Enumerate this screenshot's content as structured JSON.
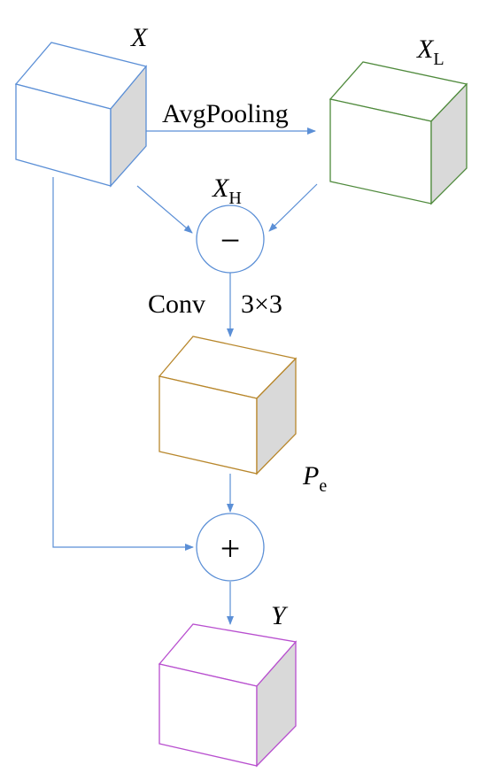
{
  "labels": {
    "x_main": "X",
    "x_low_main": "X",
    "x_low_sub": "L",
    "x_high_main": "X",
    "x_high_sub": "H",
    "avg_pooling": "AvgPooling",
    "conv_name": "Conv",
    "conv_size": "3×3",
    "pe_main": "P",
    "pe_sub": "e",
    "y_main": "Y"
  },
  "operators": {
    "subtract": "−",
    "add": "+"
  },
  "colors": {
    "cube_x": "#5b8fd6",
    "cube_xl": "#4f8a3c",
    "cube_pe": "#b8872c",
    "cube_y": "#b84fcf",
    "cube_side_fill": "#d9d9d9",
    "arrow": "#5b8fd6"
  }
}
